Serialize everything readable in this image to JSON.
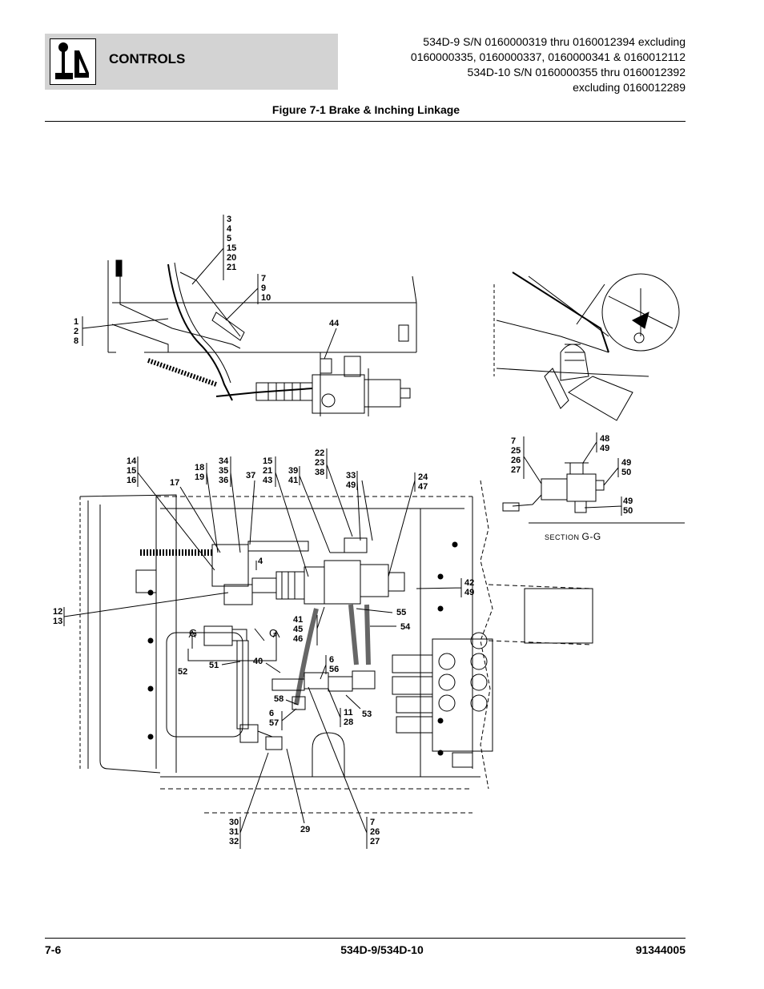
{
  "header": {
    "section_title": "CONTROLS",
    "serial_lines": [
      "534D-9 S/N 0160000319 thru 0160012394 excluding",
      "0160000335, 0160000337, 0160000341 & 0160012112",
      "534D-10 S/N 0160000355 thru 0160012392",
      "excluding 0160012289"
    ]
  },
  "figure_title": "Figure 7-1 Brake & Inching Linkage",
  "callouts": {
    "c1": [
      "3",
      "4",
      "5",
      "15",
      "20",
      "21"
    ],
    "c2": [
      "7",
      "9",
      "10"
    ],
    "c3": [
      "1",
      "2",
      "8"
    ],
    "c4": [
      "44"
    ],
    "c5": [
      "14",
      "15",
      "16"
    ],
    "c6": [
      "17"
    ],
    "c7": [
      "18",
      "19"
    ],
    "c8": [
      "34",
      "35",
      "36"
    ],
    "c9": [
      "37"
    ],
    "c10": [
      "15",
      "21",
      "43"
    ],
    "c11": [
      "39",
      "41"
    ],
    "c12": [
      "22",
      "23",
      "38"
    ],
    "c13": [
      "33",
      "49"
    ],
    "c14": [
      "24",
      "47"
    ],
    "c15": [
      "4"
    ],
    "c16": [
      "12",
      "13"
    ],
    "c17": [
      "42",
      "49"
    ],
    "c18": [
      "55"
    ],
    "c19": [
      "54"
    ],
    "c20": [
      "41",
      "45",
      "46"
    ],
    "c21": [
      "52"
    ],
    "c22": [
      "51"
    ],
    "c23": [
      "40"
    ],
    "c24": [
      "6",
      "56"
    ],
    "c25": [
      "58"
    ],
    "c26": [
      "6",
      "57"
    ],
    "c27": [
      "11",
      "28"
    ],
    "c28": [
      "53"
    ],
    "c29": [
      "30",
      "31",
      "32"
    ],
    "c30": [
      "29"
    ],
    "c31": [
      "7",
      "26",
      "27"
    ],
    "c32": [
      "7",
      "25",
      "26",
      "27"
    ],
    "c33": [
      "48",
      "49"
    ],
    "c34": [
      "49",
      "50"
    ],
    "c35": [
      "49",
      "50"
    ]
  },
  "section_view": {
    "prefix": "SECTION",
    "name": "G-G"
  },
  "g_markers": [
    "G",
    "G"
  ],
  "footer": {
    "page": "7-6",
    "model": "534D-9/534D-10",
    "doc_number": "91344005"
  }
}
